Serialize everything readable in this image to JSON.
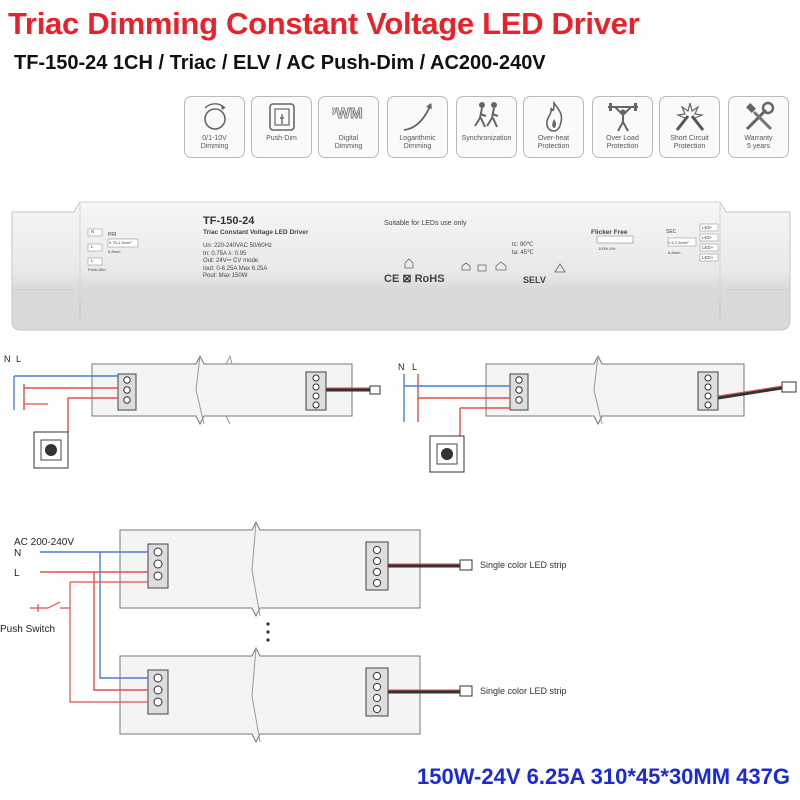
{
  "title": "Triac Dimming Constant Voltage LED Driver",
  "subtitle": "TF-150-24 1CH / Triac / ELV / AC Push-Dim / AC200-240V",
  "features": [
    {
      "icon": "knob-dial-icon",
      "label": "0/1-10V\nDimming"
    },
    {
      "icon": "push-button-icon",
      "label": "Push-Dim"
    },
    {
      "icon": "pwm-icon",
      "icon_text": "PWM",
      "label": "Digital\nDimming"
    },
    {
      "icon": "log-curve-icon",
      "label": "Logarithmic\nDimming"
    },
    {
      "icon": "running-people-icon",
      "label": "Synchronization"
    },
    {
      "icon": "flame-icon",
      "label": "Over-heat\nProtection"
    },
    {
      "icon": "weightlifter-icon",
      "label": "Over Load\nProtection"
    },
    {
      "icon": "spark-wire-icon",
      "label": "Short Circuit\nProtection"
    },
    {
      "icon": "tools-icon",
      "label": "Warranty\n5 years"
    }
  ],
  "driver": {
    "model": "TF-150-24",
    "name": "Triac Constant Voltage LED Driver",
    "notice": "Suitable for LEDs use only",
    "specs": [
      "Un: 220-240VAC  50/60Hz",
      "In: 0.75A    λ: 0.95",
      "Out: 24V⎓ CV mode",
      "Iout: 0-6.25A  Max 6.25A",
      "Pout: Max 150W"
    ],
    "temps": [
      "tc: 90℃",
      "ta: 45℃"
    ],
    "flicker_title": "Flicker Free",
    "flicker_value": "100%-0%",
    "pri_label": "PRI",
    "pri_wire": "0.75-1.5mm²",
    "pri_strip": "6-8mm",
    "sec_label": "SEC",
    "sec_wire": "1.5-2.5mm²",
    "sec_strip": "6-8mm",
    "input_terminals": [
      "N",
      "L",
      "L"
    ],
    "push_dim_label": "Push-Dim",
    "output_terminals": [
      "LED-",
      "LED-",
      "LED+",
      "LED+"
    ],
    "cert_marks": "CE ⊠ RoHS",
    "selv": "SELV"
  },
  "wiring_top": {
    "n": "N",
    "l": "L"
  },
  "wiring_bottom": {
    "ac_label": "AC 200-240V",
    "n": "N",
    "l": "L",
    "push_switch": "Push Switch",
    "strip_label": "Single color LED strip"
  },
  "footer": "150W-24V 6.25A 310*45*30MM 437G",
  "colors": {
    "title": "#e8222a",
    "footer": "#1a2bd6",
    "wire_red": "#e0504a",
    "wire_blue": "#4a7fd0"
  }
}
